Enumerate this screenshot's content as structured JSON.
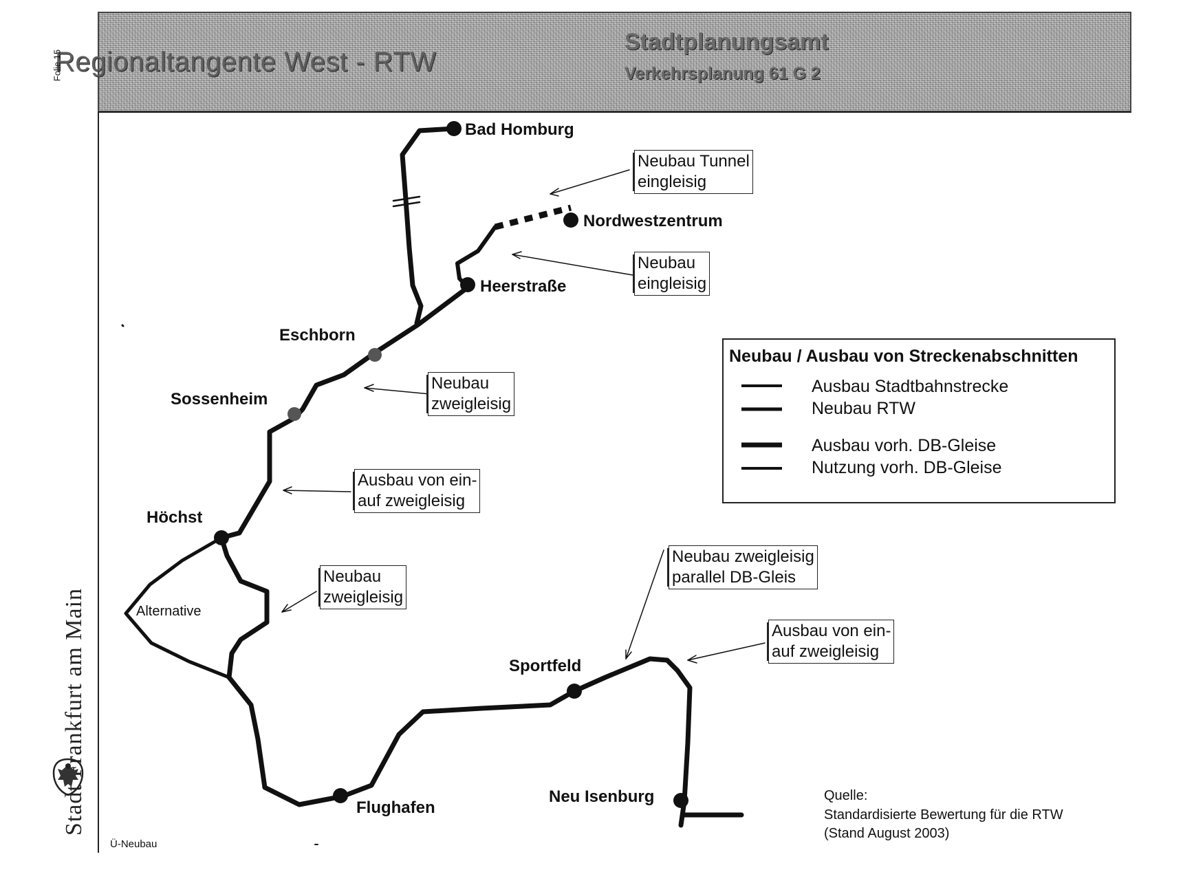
{
  "header": {
    "title": "Regionaltangente West - RTW",
    "office": "Stadtplanungsamt",
    "department": "Verkehrsplanung 61 G 2"
  },
  "sidebar": {
    "slide_label": "Folie 15",
    "city": "Stadt Frankfurt am Main",
    "emblem_icon": "frankfurt-eagle-coat-of-arms-icon"
  },
  "footer": {
    "code": "Ü-Neubau"
  },
  "stations": {
    "bad_homburg": "Bad Homburg",
    "nordwestzentrum": "Nordwestzentrum",
    "heerstrasse": "Heerstraße",
    "eschborn": "Eschborn",
    "sossenheim": "Sossenheim",
    "hoechst": "Höchst",
    "sportfeld": "Sportfeld",
    "flughafen": "Flughafen",
    "neu_isenburg": "Neu Isenburg"
  },
  "alternative_label": "Alternative",
  "notes": {
    "tunnel": [
      "Neubau Tunnel",
      "eingleisig"
    ],
    "neubau_eingleisig": [
      "Neubau",
      "eingleisig"
    ],
    "neubau_zweigleisig_1": [
      "Neubau",
      "zweigleisig"
    ],
    "ausbau_1": [
      "Ausbau von ein-",
      "auf zweigleisig"
    ],
    "neubau_zweigleisig_2": [
      "Neubau",
      "zweigleisig"
    ],
    "parallel": [
      "Neubau zweigleisig",
      "parallel DB-Gleis"
    ],
    "ausbau_2": [
      "Ausbau von ein-",
      "auf zweigleisig"
    ]
  },
  "legend": {
    "title": "Neubau / Ausbau von Streckenabschnitten",
    "items": [
      {
        "label": "Ausbau Stadtbahnstrecke",
        "color": "#111111"
      },
      {
        "label": "Neubau RTW",
        "color": "#111111"
      },
      {
        "label": "Ausbau vorh. DB-Gleise",
        "color": "#111111"
      },
      {
        "label": "Nutzung vorh. DB-Gleise",
        "color": "#111111"
      }
    ]
  },
  "source": {
    "heading": "Quelle:",
    "line1": "Standardisierte Bewertung für die RTW",
    "line2": "(Stand August 2003)"
  },
  "colors": {
    "line": "#111111",
    "header_bg": "#9a9a9a"
  }
}
